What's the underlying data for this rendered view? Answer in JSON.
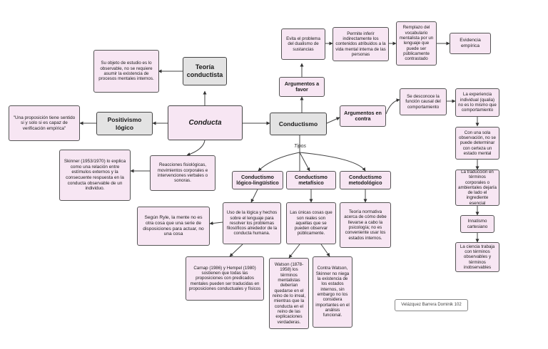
{
  "labels": {
    "tipos": "Tipos"
  },
  "author": "Velázquez Barrera Dominik 102",
  "nodes": {
    "conducta": "Conducta",
    "teoria_conductista": "Teoría conductista",
    "objeto_estudio": "Su objeto de estudio es lo observable, no se requiere asumir la existencia de procesos mentales internos.",
    "positivismo_logico": "Positivismo lógico",
    "proposicion_quote": "\"Una proposición tiene sentido si y solo si es capaz de verificación empírica\"",
    "conductismo": "Conductismo",
    "argumentos_favor": "Argumentos a favor",
    "dualismo": "Evita el problema del dualismo de sustancias",
    "inferir": "Permite inferir indirectamente los contenidos atribuidos a la vida mental interna de las personas",
    "reemplazo": "Remplazo del vocabulario mentalista por un lenguaje que puede ser públicamente contrastado",
    "evidencia_empirica": "Evidencia empírica",
    "argumentos_contra": "Argumentos en contra",
    "desconoce_funcion": "Se desconoce la función causal del comportamiento",
    "experiencia_individual": "La experiencia individual (qualia) no es lo mismo que comportamiento",
    "observacion": "Con una sola observación, no se puede determinar con certeza un estado mental",
    "traduccion": "La traducción en términos corporales o ambientales dejaría de lado el ingrediente esencial",
    "innatismo": "Innatismo cartesiano",
    "ciencia": "La ciencia trabaja con términos observables y términos inobservables",
    "reacciones": "Reacciones fisiológicas, movimientos corporales e intervenciones verbales o sonoras.",
    "skinner": "Skinner (1953/1970) lo explica como una relación entre estímulos externos y la consecuente respuesta en la conducta observable de un individuo.",
    "tipo_logico": "Conductismo lógico-lingüístico",
    "tipo_metafisico": "Conductismo metafísico",
    "tipo_metodologico": "Conductismo metodológico",
    "logico_desc": "Uso de la lógica y hechos sobre el lenguaje para resolver los problemas filosóficos alrededor de la conducta humana.",
    "metafisico_desc": "Las únicas cosas que son reales son aquellas que se pueden observar públicamente.",
    "metodologico_desc": "Teoría normativa acerca de cómo debe llevarse a cabo la psicología; no es conveniente usar los estados internos.",
    "ryle": "Según Ryle, la mente no es otra cosa que una serie de disposiciones para actuar, no una cosa",
    "carnap_hempel": "Carnap (1986) y Hempel (1980) sostienen que todas las proposiciones con predicados mentales pueden ser traducidas en proposiciones conductuales y físicos",
    "watson": "Watson (1878-1958) los términos mentalistas deberían quedarse en el reino de lo irreal, mientras que la conducta en el reino de las explicaciones verdaderas.",
    "contra_watson": "Contra Watson, Skinner no niega la existencia de los estados internos, sin embargo no los considera importantes en el análisis funcional."
  }
}
